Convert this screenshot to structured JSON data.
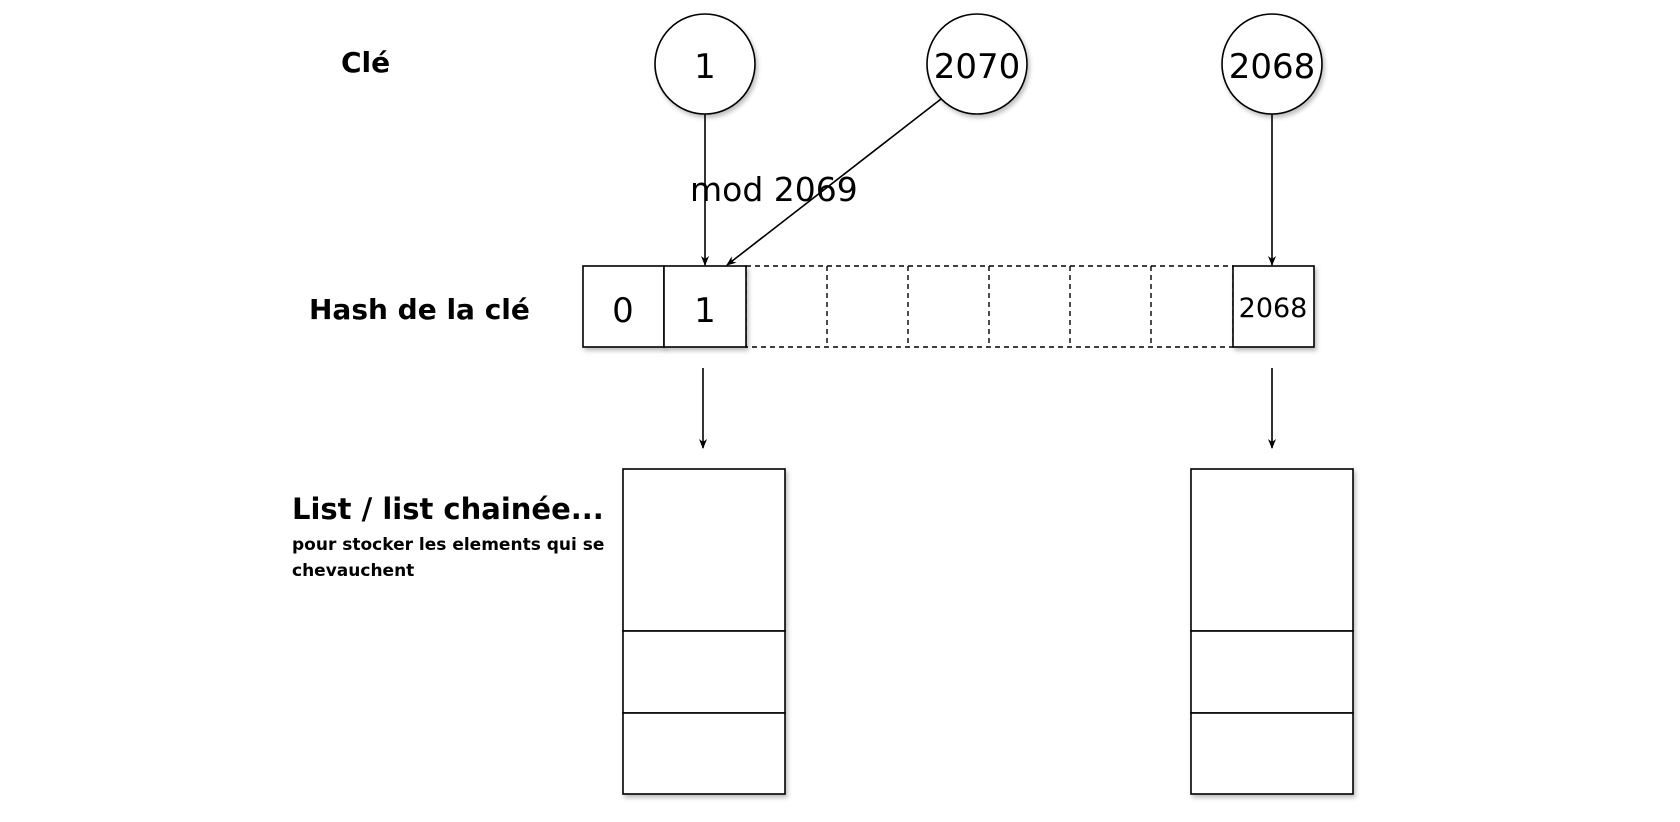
{
  "labels": {
    "key": "Clé",
    "hash": "Hash de la clé",
    "list_title": "List / list chainée...",
    "list_sub_line1": "pour stocker les elements qui se",
    "list_sub_line2": "chevauchent"
  },
  "keys": [
    "1",
    "2070",
    "2068"
  ],
  "operation": "mod 2069",
  "hash_cells": [
    "0",
    "1",
    "",
    "",
    "",
    "",
    "",
    "",
    "2068"
  ]
}
